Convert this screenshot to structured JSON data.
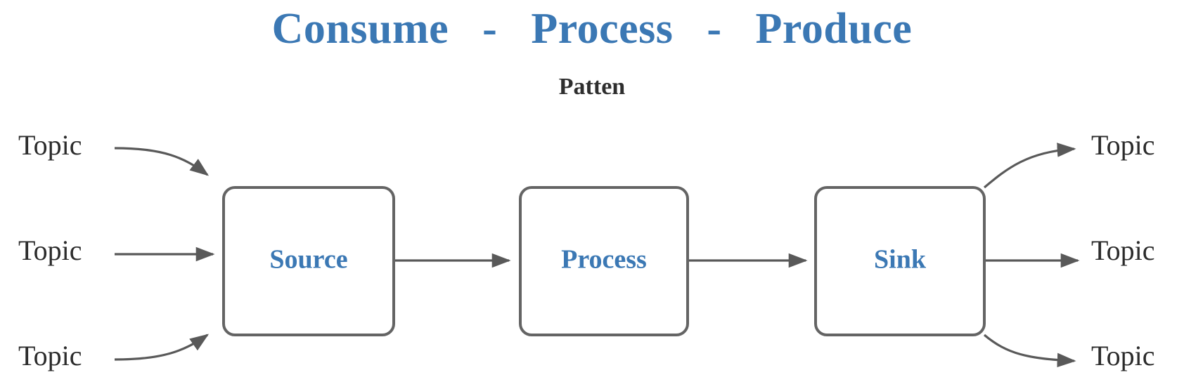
{
  "header": {
    "title": "Consume   -   Process   -   Produce",
    "subtitle": "Patten",
    "title_color": "#3B78B4",
    "subtitle_color": "#2E2E2E"
  },
  "diagram": {
    "type": "flow",
    "node_color": "#3B78B4",
    "node_border_color": "#646464",
    "node_fill": "#ffffff",
    "edge_color": "#595959",
    "nodes": [
      {
        "id": "source",
        "label": "Source"
      },
      {
        "id": "process",
        "label": "Process"
      },
      {
        "id": "sink",
        "label": "Sink"
      }
    ],
    "inputs": [
      {
        "id": "in-topic-1",
        "label": "Topic"
      },
      {
        "id": "in-topic-2",
        "label": "Topic"
      },
      {
        "id": "in-topic-3",
        "label": "Topic"
      }
    ],
    "outputs": [
      {
        "id": "out-topic-1",
        "label": "Topic"
      },
      {
        "id": "out-topic-2",
        "label": "Topic"
      },
      {
        "id": "out-topic-3",
        "label": "Topic"
      }
    ],
    "edges": [
      {
        "from": "in-topic-1",
        "to": "source",
        "shape": "curve"
      },
      {
        "from": "in-topic-2",
        "to": "source",
        "shape": "straight"
      },
      {
        "from": "in-topic-3",
        "to": "source",
        "shape": "curve"
      },
      {
        "from": "source",
        "to": "process",
        "shape": "straight"
      },
      {
        "from": "process",
        "to": "sink",
        "shape": "straight"
      },
      {
        "from": "sink",
        "to": "out-topic-1",
        "shape": "curve"
      },
      {
        "from": "sink",
        "to": "out-topic-2",
        "shape": "straight"
      },
      {
        "from": "sink",
        "to": "out-topic-3",
        "shape": "curve"
      }
    ]
  }
}
